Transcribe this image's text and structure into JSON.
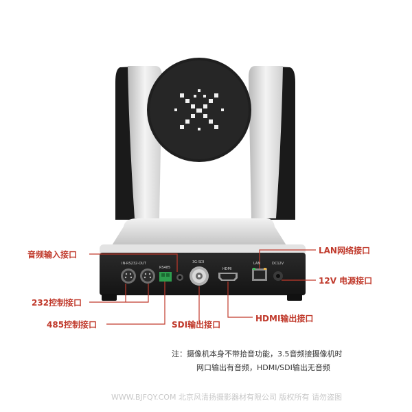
{
  "ports": {
    "rs232_label": "IN-RS232-OUT",
    "rs485_label": "RS485",
    "sdi_label": "3G-SDI",
    "hdmi_label": "HDMI",
    "lan_label": "LAN",
    "dc_label": "DC12V"
  },
  "callouts": {
    "audio_in": "音频输入接口",
    "rs232": "232控制接口",
    "rs485": "485控制接口",
    "sdi": "SDI输出接口",
    "hdmi": "HDMI输出接口",
    "lan": "LAN网络接口",
    "power": "12V 电源接口"
  },
  "note": {
    "line1": "注：摄像机本身不带拾音功能，3.5音频接摄像机时",
    "line2": "网口输出有音频，HDMI/SDI输出无音频"
  },
  "watermark": "WWW.BJFQY.COM 北京风清扬摄影器材有限公司 版权所有 请勿盗图",
  "colors": {
    "callout": "#c0392b",
    "body_silver": "#e6e6e6",
    "body_dark": "#1c1c1c"
  }
}
